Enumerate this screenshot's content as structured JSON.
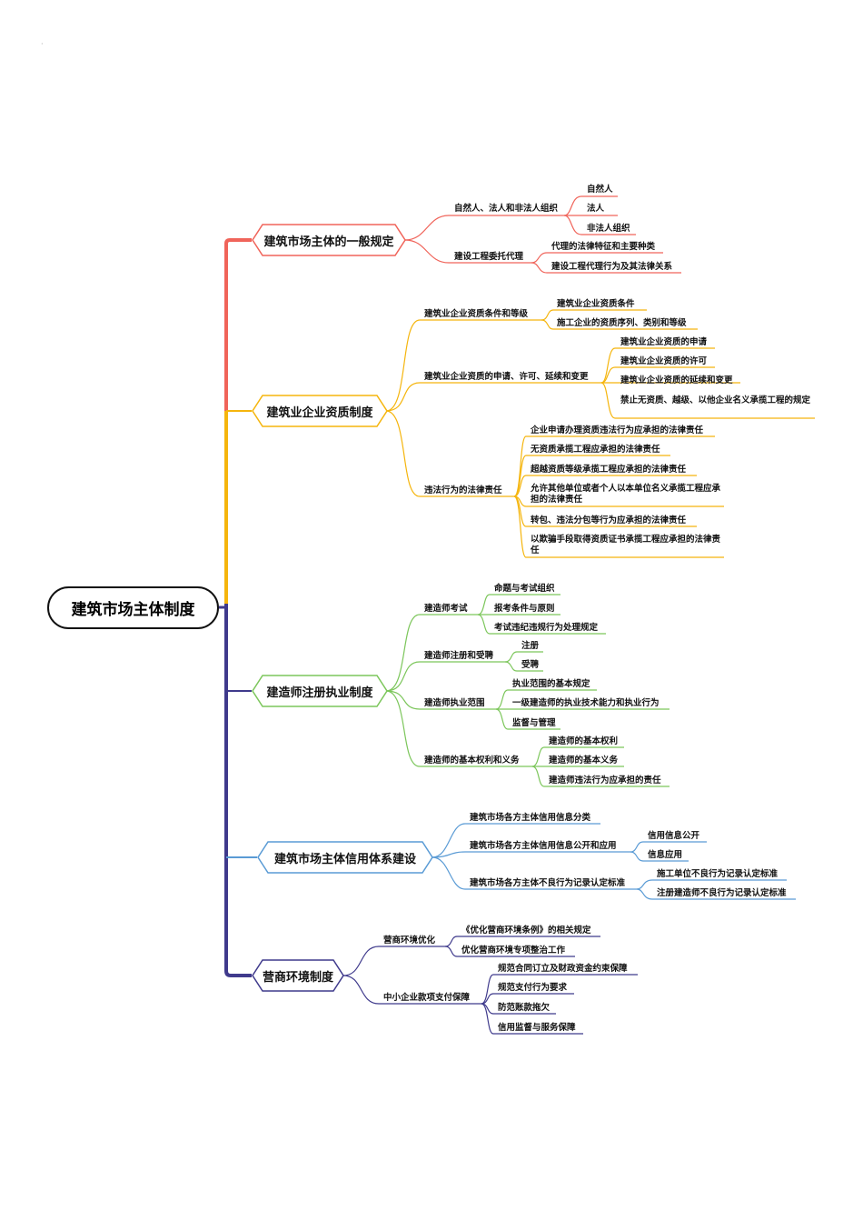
{
  "root": "建筑市场主体制度",
  "colors": {
    "b1": "#f0645a",
    "b2": "#f5b50d",
    "b3": "#3f3a8c",
    "b3_lines": "#7cc65b",
    "b4": "#5a9bd5",
    "b5": "#3f3a8c"
  },
  "b1": {
    "title": "建筑市场主体的一般规定",
    "c1": {
      "label": "自然人、法人和非法人组织",
      "items": [
        "自然人",
        "法人",
        "非法人组织"
      ]
    },
    "c2": {
      "label": "建设工程委托代理",
      "items": [
        "代理的法律特征和主要种类",
        "建设工程代理行为及其法律关系"
      ]
    }
  },
  "b2": {
    "title": "建筑业企业资质制度",
    "c1": {
      "label": "建筑业企业资质条件和等级",
      "items": [
        "建筑业企业资质条件",
        "施工企业的资质序列、类别和等级"
      ]
    },
    "c2": {
      "label": "建筑业企业资质的申请、许可、延续和变更",
      "items": [
        "建筑业企业资质的申请",
        "建筑业企业资质的许可",
        "建筑业企业资质的延续和变更",
        "禁止无资质、越级、以他企业名义承揽工程的规定"
      ]
    },
    "c3": {
      "label": "违法行为的法律责任",
      "items": [
        "企业申请办理资质违法行为应承担的法律责任",
        "无资质承揽工程应承担的法律责任",
        "超越资质等级承揽工程应承担的法律责任",
        "允许其他单位或者个人以本单位名义承揽工程应承担的法律责任",
        "转包、违法分包等行为应承担的法律责任",
        "以欺骗手段取得资质证书承揽工程应承担的法律责任"
      ]
    }
  },
  "b3": {
    "title": "建造师注册执业制度",
    "c1": {
      "label": "建造师考试",
      "items": [
        "命题与考试组织",
        "报考条件与原则",
        "考试违纪违规行为处理规定"
      ]
    },
    "c2": {
      "label": "建造师注册和受聘",
      "items": [
        "注册",
        "受聘"
      ]
    },
    "c3": {
      "label": "建造师执业范围",
      "items": [
        "执业范围的基本规定",
        "一级建造师的执业技术能力和执业行为",
        "监督与管理"
      ]
    },
    "c4": {
      "label": "建造师的基本权利和义务",
      "items": [
        "建造师的基本权利",
        "建造师的基本义务",
        "建造师违法行为应承担的责任"
      ]
    }
  },
  "b4": {
    "title": "建筑市场主体信用体系建设",
    "c1": {
      "label": "建筑市场各方主体信用信息分类",
      "items": []
    },
    "c2": {
      "label": "建筑市场各方主体信用信息公开和应用",
      "items": [
        "信用信息公开",
        "信息应用"
      ]
    },
    "c3": {
      "label": "建筑市场各方主体不良行为记录认定标准",
      "items": [
        "施工单位不良行为记录认定标准",
        "注册建造师不良行为记录认定标准"
      ]
    }
  },
  "b5": {
    "title": "营商环境制度",
    "c1": {
      "label": "营商环境优化",
      "items": [
        "《优化营商环境条例》的相关规定",
        "优化营商环境专项整治工作"
      ]
    },
    "c2": {
      "label": "中小企业款项支付保障",
      "items": [
        "规范合同订立及财政资金约束保障",
        "规范支付行为要求",
        "防范账款拖欠",
        "信用监督与服务保障"
      ]
    }
  }
}
